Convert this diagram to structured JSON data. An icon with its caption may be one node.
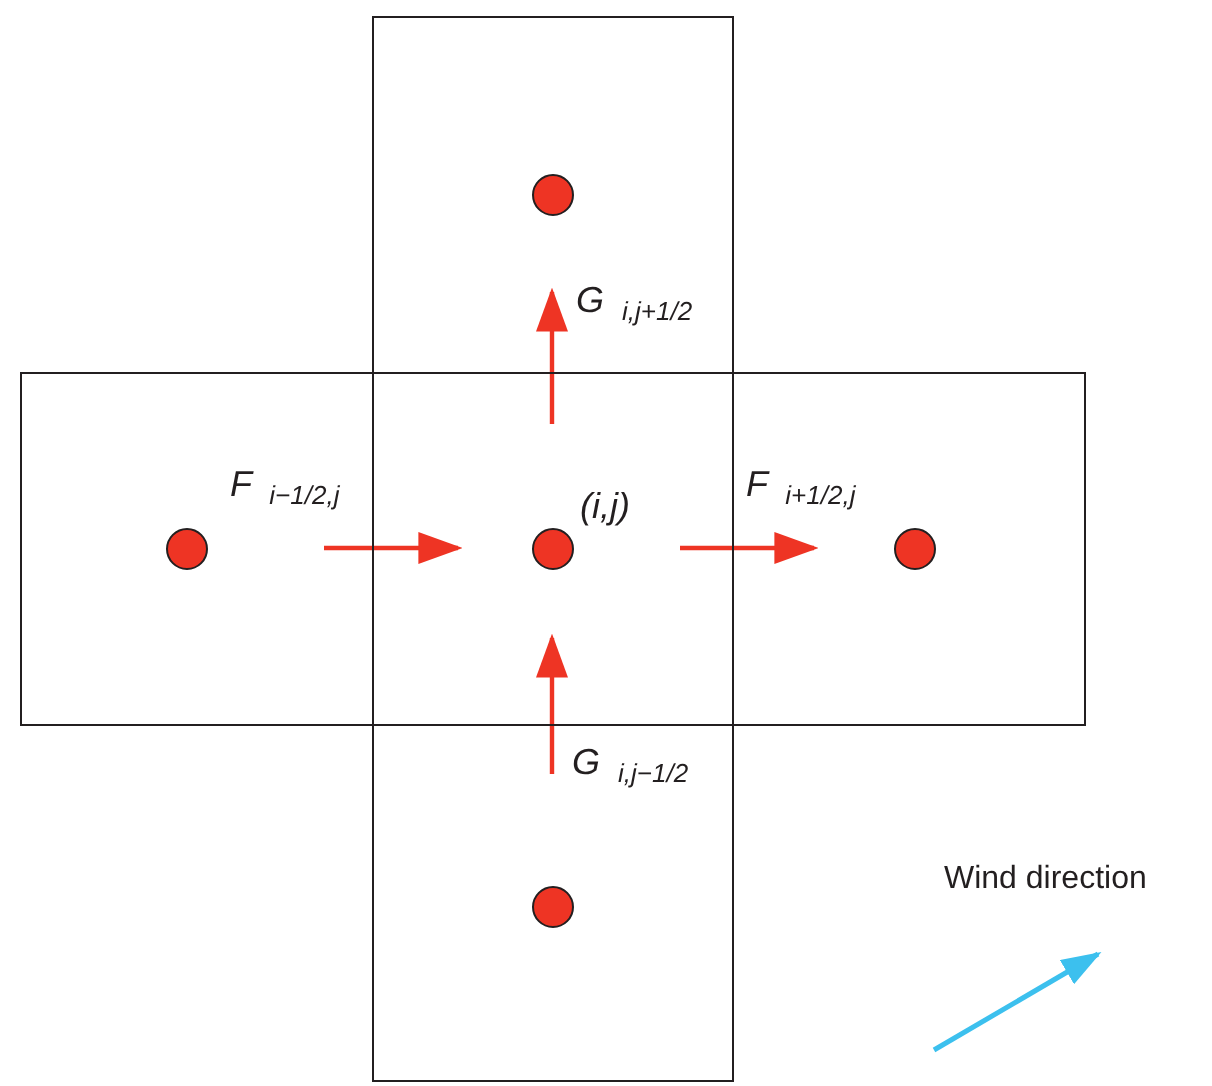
{
  "diagram": {
    "nodes": [
      {
        "text": [],
        "shape": "box"
      },
      {
        "text": [],
        "shape": "box"
      },
      {
        "text": [],
        "shape": "circle",
        "in": 0
      },
      {
        "text": [],
        "shape": "circle",
        "in": 1
      },
      {
        "text": [],
        "shape": "circle"
      },
      {
        "text": [],
        "shape": "circle",
        "in": 1
      },
      {
        "text": [],
        "shape": "circle",
        "in": 0
      }
    ],
    "labels": [
      "G $_{i,j+1/2}$",
      "F $_{i−1/2,j}$",
      "(i,j)",
      "F $_{i+1/2,j}$",
      "G $_{i,j−1/2}$",
      "Wind direction"
    ]
  }
}
